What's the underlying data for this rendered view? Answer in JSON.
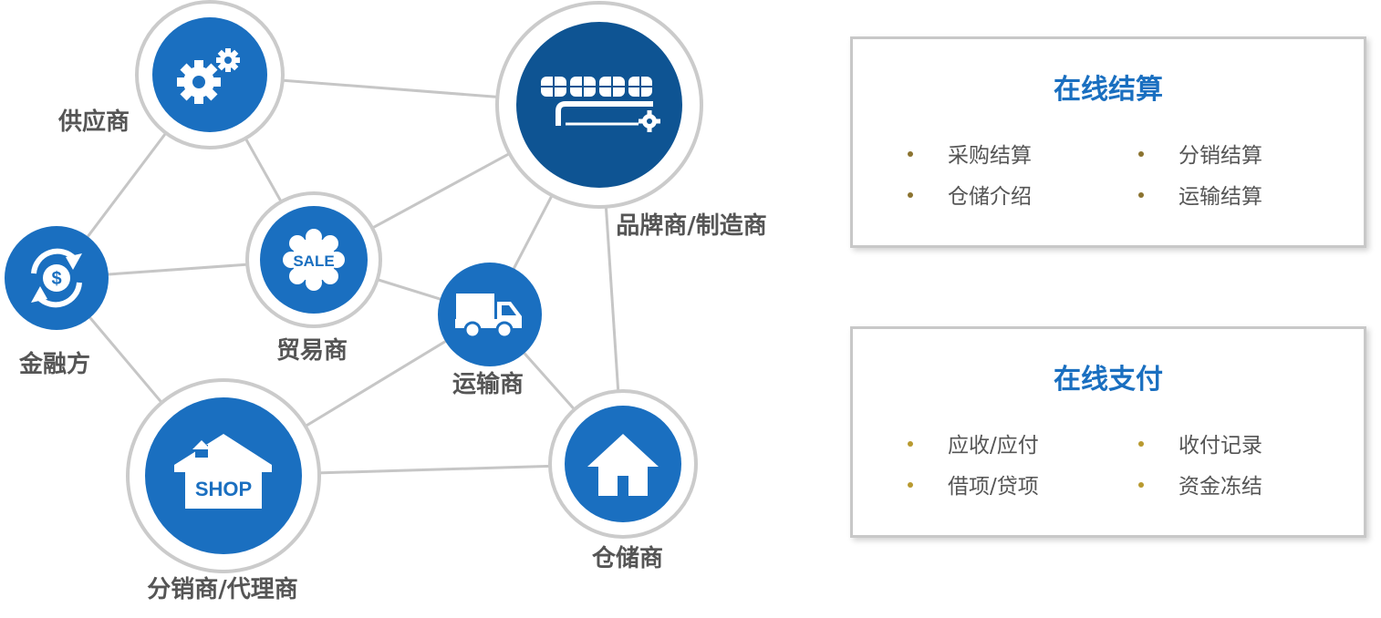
{
  "colors": {
    "node_blue": "#1a6fc0",
    "node_dark_blue": "#0e5493",
    "ring_gray": "#cbcbcb",
    "edge_gray": "#c6c6c6",
    "label_gray": "#555555",
    "title_blue": "#1a6fc0",
    "bullet_1": "#8b7330",
    "bullet_2": "#b89a30"
  },
  "nodes": [
    {
      "id": "supplier",
      "label": "供应商",
      "icon": "gears-icon"
    },
    {
      "id": "brand",
      "label": "品牌商/制造商",
      "icon": "production-line-icon"
    },
    {
      "id": "trader",
      "label": "贸易商",
      "icon": "sale-badge-icon"
    },
    {
      "id": "finance",
      "label": "金融方",
      "icon": "dollar-cycle-icon"
    },
    {
      "id": "logistics",
      "label": "运输商",
      "icon": "truck-icon"
    },
    {
      "id": "distributor",
      "label": "分销商/代理商",
      "icon": "shop-icon",
      "icon_text": "SHOP"
    },
    {
      "id": "warehouse",
      "label": "仓储商",
      "icon": "house-icon"
    }
  ],
  "sale_text": "SALE",
  "edges": [
    [
      "supplier",
      "brand"
    ],
    [
      "supplier",
      "trader"
    ],
    [
      "supplier",
      "finance"
    ],
    [
      "trader",
      "brand"
    ],
    [
      "trader",
      "finance"
    ],
    [
      "trader",
      "logistics"
    ],
    [
      "finance",
      "distributor"
    ],
    [
      "brand",
      "logistics"
    ],
    [
      "brand",
      "warehouse"
    ],
    [
      "logistics",
      "distributor"
    ],
    [
      "logistics",
      "warehouse"
    ],
    [
      "distributor",
      "warehouse"
    ]
  ],
  "cards": [
    {
      "title": "在线结算",
      "items": [
        "采购结算",
        "分销结算",
        "仓储介绍",
        "运输结算"
      ]
    },
    {
      "title": "在线支付",
      "items": [
        "应收/应付",
        "收付记录",
        "借项/贷项",
        "资金冻结"
      ]
    }
  ]
}
